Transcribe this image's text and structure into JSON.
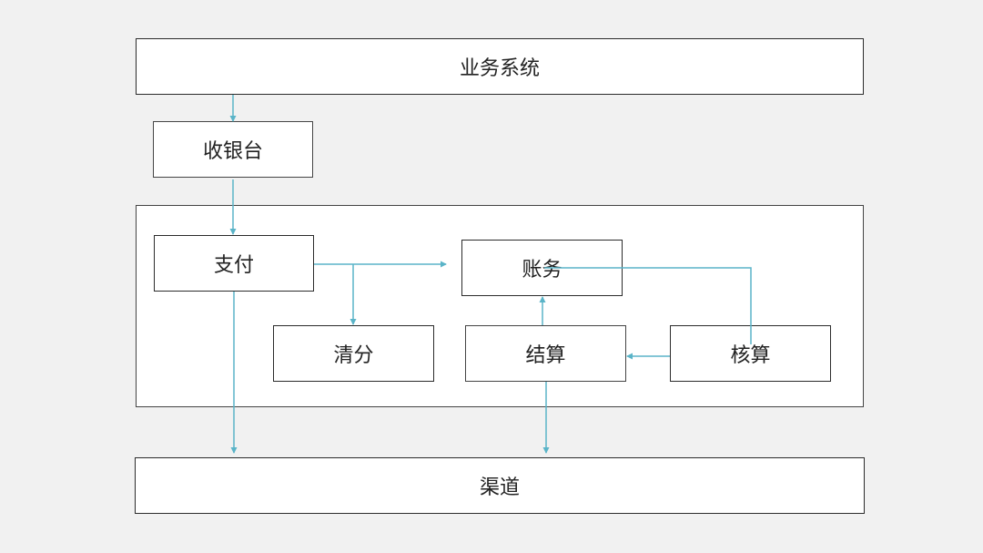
{
  "nodes": {
    "business_system": "业务系统",
    "cashier": "收银台",
    "payment": "支付",
    "accounting": "账务",
    "clearing": "清分",
    "settlement": "结算",
    "reconciliation": "核算",
    "channel": "渠道"
  },
  "colors": {
    "arrow": "#5ab4c8",
    "border": "#2b2b2b",
    "background": "#f1f1f1"
  }
}
